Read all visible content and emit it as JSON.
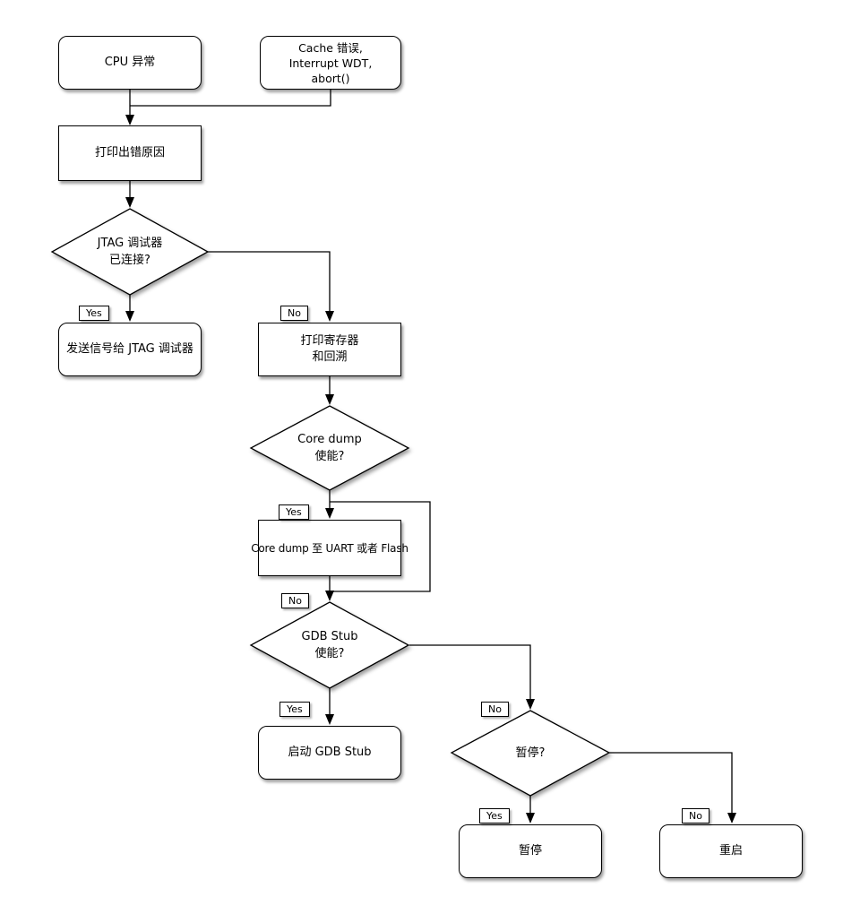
{
  "diagram": {
    "background": "#ffffff",
    "stroke_color": "#000000",
    "shape_fill": "#ffffff",
    "nodes": {
      "cpu_exception": {
        "label": "CPU 异常"
      },
      "cache_error": {
        "line1": "Cache 错误,",
        "line2": "Interrupt WDT,",
        "line3": "abort()"
      },
      "print_reason": {
        "label": "打印出错原因"
      },
      "jtag_connected": {
        "line1": "JTAG 调试器",
        "line2": "已连接?"
      },
      "send_signal": {
        "label": "发送信号给 JTAG 调试器"
      },
      "print_registers": {
        "line1": "打印寄存器",
        "line2": "和回溯"
      },
      "coredump_enabled": {
        "line1": "Core dump",
        "line2": "使能?"
      },
      "coredump_uart": {
        "label": "Core dump 至 UART 或者 Flash"
      },
      "gdbstub_enabled": {
        "line1": "GDB Stub",
        "line2": "使能?"
      },
      "start_gdbstub": {
        "label": "启动 GDB Stub"
      },
      "halt_question": {
        "label": "暂停?"
      },
      "halt": {
        "label": "暂停"
      },
      "reboot": {
        "label": "重启"
      }
    },
    "edge_labels": {
      "jtag_yes": "Yes",
      "jtag_no": "No",
      "coredump_yes": "Yes",
      "coredump_no": "No",
      "gdbstub_yes": "Yes",
      "gdbstub_no": "No",
      "halt_yes": "Yes",
      "halt_no": "No"
    }
  }
}
